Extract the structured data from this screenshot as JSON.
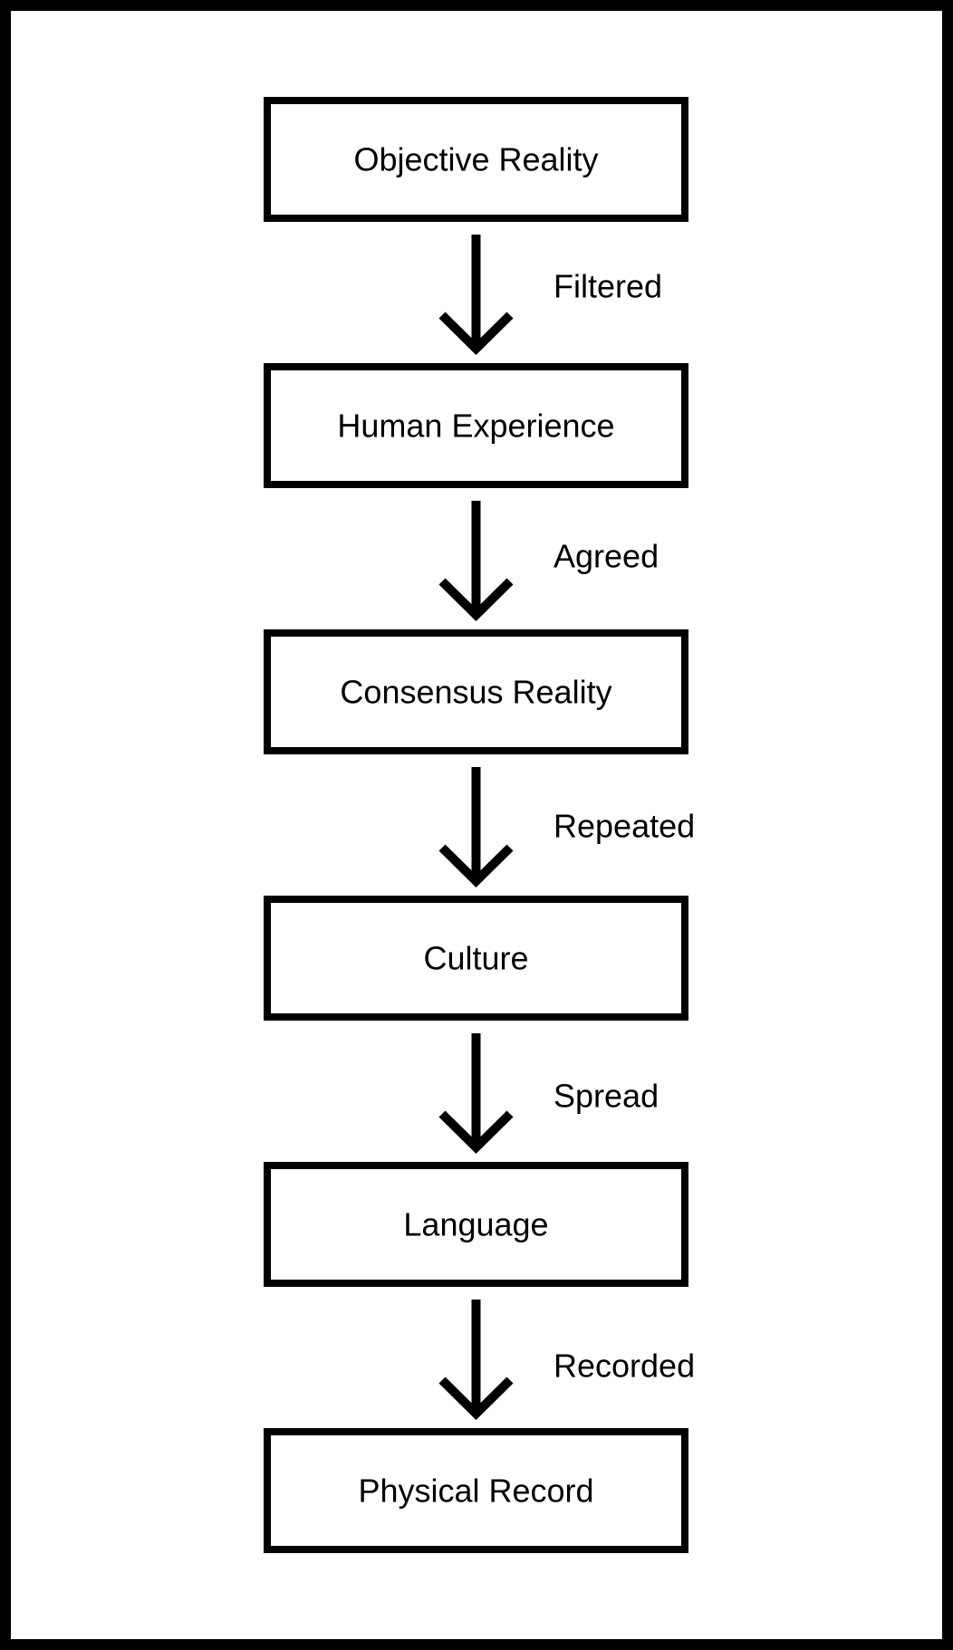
{
  "diagram": {
    "nodes": [
      {
        "label": "Objective Reality"
      },
      {
        "label": "Human Experience"
      },
      {
        "label": "Consensus Reality"
      },
      {
        "label": "Culture"
      },
      {
        "label": "Language"
      },
      {
        "label": "Physical Record"
      }
    ],
    "edges": [
      {
        "from": "Objective Reality",
        "to": "Human Experience",
        "label": "Filtered"
      },
      {
        "from": "Human Experience",
        "to": "Consensus Reality",
        "label": "Agreed"
      },
      {
        "from": "Consensus Reality",
        "to": "Culture",
        "label": "Repeated"
      },
      {
        "from": "Culture",
        "to": "Language",
        "label": "Spread"
      },
      {
        "from": "Language",
        "to": "Physical Record",
        "label": "Recorded"
      }
    ]
  }
}
